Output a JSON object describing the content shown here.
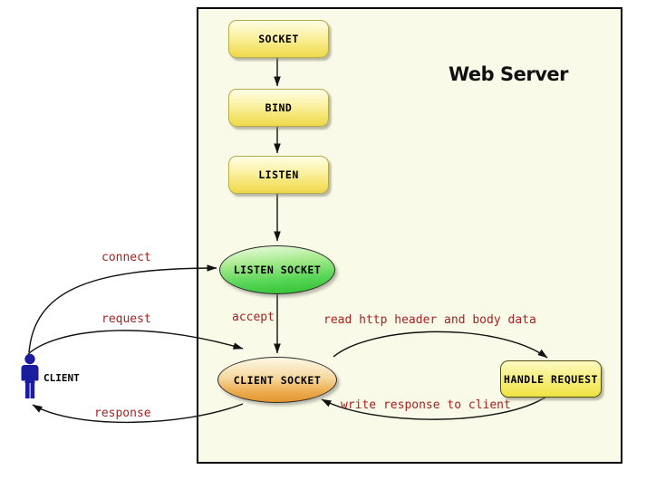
{
  "diagram": {
    "title": "Web Server",
    "actor": {
      "label": "CLIENT"
    },
    "nodes": {
      "socket": {
        "label": "SOCKET",
        "shape": "rounded-rect",
        "fill": "yellow"
      },
      "bind": {
        "label": "BIND",
        "shape": "rounded-rect",
        "fill": "yellow"
      },
      "listen": {
        "label": "LISTEN",
        "shape": "rounded-rect",
        "fill": "yellow"
      },
      "listen_socket": {
        "label": "LISTEN SOCKET",
        "shape": "ellipse",
        "fill": "green"
      },
      "client_socket": {
        "label": "CLIENT SOCKET",
        "shape": "ellipse",
        "fill": "orange"
      },
      "handle_request": {
        "label": "HANDLE REQUEST",
        "shape": "rounded-rect",
        "fill": "yellow"
      }
    },
    "edges": [
      {
        "id": "socket-to-bind",
        "from": "SOCKET",
        "to": "BIND",
        "label": ""
      },
      {
        "id": "bind-to-listen",
        "from": "BIND",
        "to": "LISTEN",
        "label": ""
      },
      {
        "id": "listen-to-listen-socket",
        "from": "LISTEN",
        "to": "LISTEN SOCKET",
        "label": ""
      },
      {
        "id": "accept",
        "from": "LISTEN SOCKET",
        "to": "CLIENT SOCKET",
        "label": "accept"
      },
      {
        "id": "connect",
        "from": "CLIENT",
        "to": "LISTEN SOCKET",
        "label": "connect"
      },
      {
        "id": "request",
        "from": "CLIENT",
        "to": "CLIENT SOCKET",
        "label": "request"
      },
      {
        "id": "response",
        "from": "CLIENT SOCKET",
        "to": "CLIENT",
        "label": "response"
      },
      {
        "id": "read",
        "from": "CLIENT SOCKET",
        "to": "HANDLE REQUEST",
        "label": "read http header and body data"
      },
      {
        "id": "write",
        "from": "HANDLE REQUEST",
        "to": "CLIENT SOCKET",
        "label": "write response to client"
      }
    ],
    "colors": {
      "edge_label": "#a62222",
      "actor_blue": "#1c1c9e",
      "container_bg": "#fafae8",
      "process_yellow": "#f3e05e",
      "listen_socket_green": "#30c030",
      "client_socket_orange": "#e2952d",
      "border_black": "#000000"
    }
  }
}
